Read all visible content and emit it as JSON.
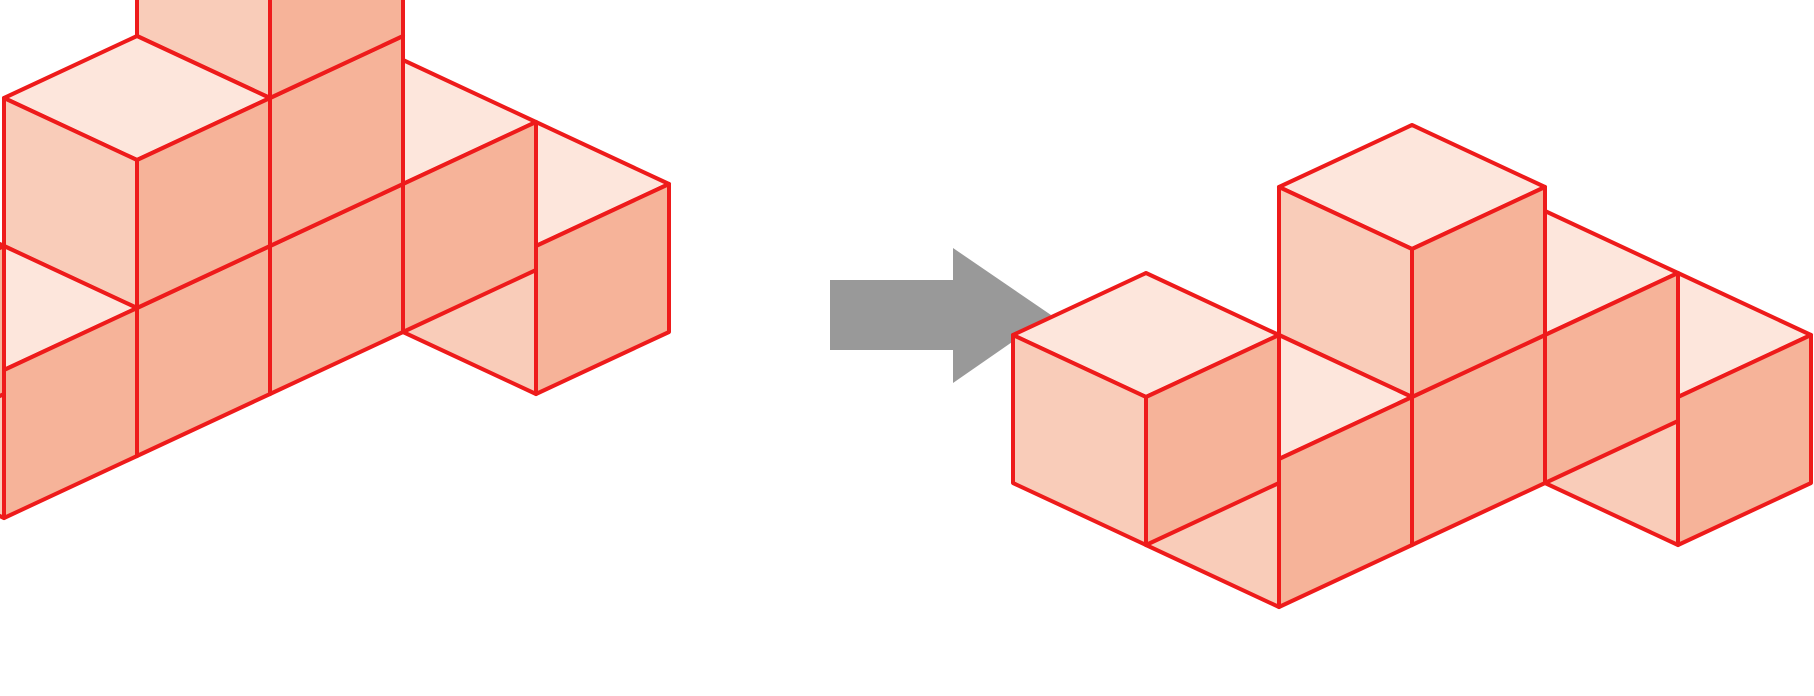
{
  "colors": {
    "edge": "#ee1b1b",
    "face_top": "#fde6dc",
    "face_left": "#f9ccb9",
    "face_right": "#f6b399",
    "arrow": "#999999"
  },
  "diagram": {
    "before": {
      "cube_count": 9,
      "cubes": [
        {
          "col": 1,
          "row": 0,
          "level": 0
        },
        {
          "col": 0,
          "row": 0,
          "level": 0
        },
        {
          "col": 0,
          "row": 1,
          "level": 0
        },
        {
          "col": 0,
          "row": 1,
          "level": 1
        },
        {
          "col": 0,
          "row": 1,
          "level": 2
        },
        {
          "col": 0,
          "row": 2,
          "level": 0
        },
        {
          "col": 0,
          "row": 2,
          "level": 1
        },
        {
          "col": 0,
          "row": 3,
          "level": 0
        },
        {
          "col": -1,
          "row": 3,
          "level": 0
        }
      ]
    },
    "after": {
      "cube_count": 6,
      "cubes": [
        {
          "col": 1,
          "row": 0,
          "level": 0
        },
        {
          "col": 0,
          "row": 0,
          "level": 0
        },
        {
          "col": 0,
          "row": 1,
          "level": 0
        },
        {
          "col": 0,
          "row": 1,
          "level": 1
        },
        {
          "col": 0,
          "row": 2,
          "level": 0
        },
        {
          "col": -1,
          "row": 2,
          "level": 0
        }
      ]
    },
    "arrow_icon": "right-arrow-icon"
  }
}
